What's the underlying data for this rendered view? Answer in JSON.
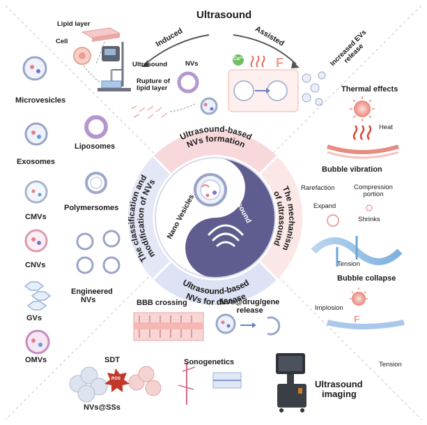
{
  "top": {
    "title": "Ultrasound",
    "induced": "Induced",
    "assisted": "Assisted",
    "increased": [
      "Increased EVs",
      "release"
    ],
    "lipid_layer": "Lipid layer",
    "cell": "Cell",
    "ultrasound_small": "Ultrasound",
    "nvs": "NVs",
    "rupture": [
      "Rupture of",
      "lipid layer"
    ],
    "ca": "Ca²⁺"
  },
  "left": {
    "microvesicles": "Microvesicles",
    "exosomes": "Exosomes",
    "liposomes": "Liposomes",
    "cmvs": "CMVs",
    "polymersomes": "Polymersomes",
    "cnvs": "CNVs",
    "engineered": [
      "Engineered",
      "NVs"
    ],
    "gvs": "GVs",
    "omvs": "OMVs"
  },
  "right": {
    "thermal": "Thermal effects",
    "heat": "Heat",
    "bubble_vibration": "Bubble vibration",
    "rarefaction": "Rarefaction",
    "compression": [
      "Compression",
      "portion"
    ],
    "expand": "Expand",
    "shrinks": "Shrinks",
    "tension1": "Tension",
    "bubble_collapse": "Bubble collapse",
    "implosion": "Implosion",
    "tension2": "Tension"
  },
  "bottom": {
    "bbb": "BBB crossing",
    "nvs_drug": [
      "NVs@drug/gene",
      "release"
    ],
    "sdt": "SDT",
    "ros": "ROS",
    "sonogenetics": "Sonogenetics",
    "nvs_sss": "NVs@SSs",
    "imaging": [
      "Ultrasound",
      "imaging"
    ]
  },
  "ring": {
    "top": [
      "Ultrasound-based",
      "NVs formation"
    ],
    "right": [
      "The mechanism",
      "of ultrasound"
    ],
    "bottom": [
      "Ultrasound-based",
      "NVs for disease"
    ],
    "left": [
      "The classification and",
      "modification of NVs"
    ]
  },
  "core": {
    "nano_vesicles": "Nano Vesicles",
    "ultrasound": "Ultrasound"
  }
}
